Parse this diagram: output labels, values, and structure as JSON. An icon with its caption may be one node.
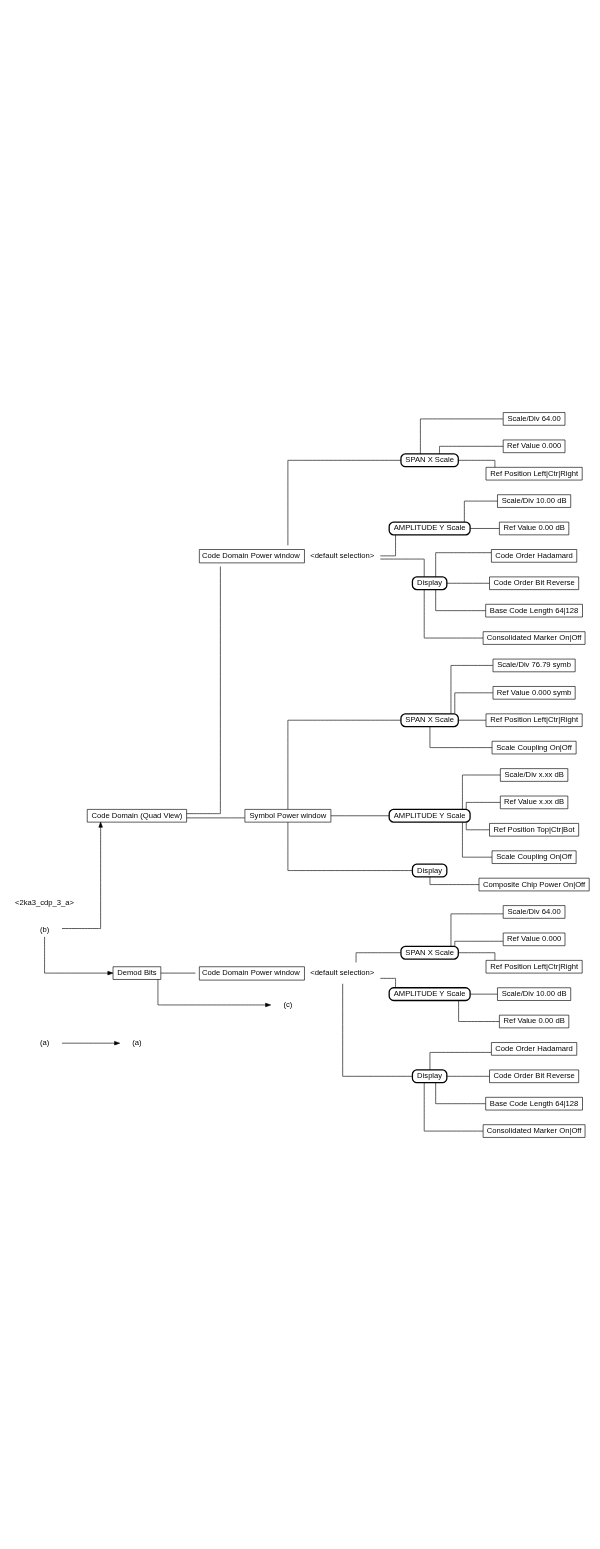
{
  "diagram": {
    "nodes": [
      {
        "text": [
          "(a)"
        ]
      },
      {
        "text": [
          "(b)"
        ]
      },
      {
        "text": [
          "Code Domain (Quad View)"
        ]
      },
      {
        "text": [
          "Code Domain Power window"
        ],
        "beside": [
          "<default selection>"
        ]
      },
      {
        "text": [
          "SPAN X Scale"
        ]
      },
      {
        "text": [
          "Scale/Div 64.00"
        ]
      },
      {
        "text": [
          "Ref Value 0.000"
        ]
      },
      {
        "text": [
          "Ref Position Left|Ctr|Right"
        ]
      },
      {
        "text": [
          "AMPLITUDE Y Scale"
        ]
      },
      {
        "text": [
          "Scale/Div 10.00 dB"
        ]
      },
      {
        "text": [
          "Ref Value 0.00 dB"
        ]
      },
      {
        "text": [
          "Display"
        ]
      },
      {
        "text": [
          "Code Order Hadamard"
        ]
      },
      {
        "text": [
          "Code Order Bit Reverse"
        ]
      },
      {
        "text": [
          "Base Code Length 64|128"
        ]
      },
      {
        "text": [
          "Consolidated Marker On|Off"
        ]
      },
      {
        "text": [
          "Symbol Power window"
        ]
      },
      {
        "text": [
          "SPAN X Scale"
        ]
      },
      {
        "text": [
          "Scale/Div 76.79 symb"
        ]
      },
      {
        "text": [
          "Ref Value 0.000 symb"
        ]
      },
      {
        "text": [
          "Ref Position Left|Ctr|Right"
        ]
      },
      {
        "text": [
          "Scale Coupling On|Off"
        ]
      },
      {
        "text": [
          "AMPLITUDE Y Scale"
        ]
      },
      {
        "text": [
          "Scale/Div x.xx dB"
        ]
      },
      {
        "text": [
          "Ref Value x.xx dB"
        ]
      },
      {
        "text": [
          "Ref Position Top|Ctr|Bot"
        ]
      },
      {
        "text": [
          "Scale Coupling On|Off"
        ]
      },
      {
        "text": [
          "Display"
        ]
      },
      {
        "text": [
          "Composite Chip Power On|Off"
        ]
      },
      {
        "text": [
          "Demod Bits"
        ]
      },
      {
        "text": [
          "Code Domain Power window"
        ],
        "beside": [
          "<default selection>"
        ]
      },
      {
        "text": [
          "SPAN X Scale"
        ]
      },
      {
        "text": [
          "Scale/Div 64.00"
        ]
      },
      {
        "text": [
          "Ref Value 0.000"
        ]
      },
      {
        "text": [
          "Ref Position Left|Ctr|Right"
        ]
      },
      {
        "text": [
          "AMPLITUDE Y Scale"
        ]
      },
      {
        "text": [
          "Scale/Div 10.00 dB"
        ]
      },
      {
        "text": [
          "Ref Value 0.00 dB"
        ]
      },
      {
        "text": [
          "Display"
        ]
      },
      {
        "text": [
          "Code Order Hadamard"
        ]
      },
      {
        "text": [
          "Code Order Bit Reverse"
        ]
      },
      {
        "text": [
          "Base Code Length 64|128"
        ]
      },
      {
        "text": [
          "Consolidated Marker On|Off"
        ]
      },
      {
        "text": [
          "(a)"
        ]
      },
      {
        "text": [
          "(c)"
        ]
      }
    ],
    "edges": [
      {
        "from": 0,
        "to": 43,
        "arrow": "to"
      },
      {
        "from": 1,
        "to": 2,
        "arrow": "to"
      },
      {
        "from": 2,
        "to": 3,
        "arrow": "none"
      },
      {
        "from": 3,
        "to": 4,
        "arrow": "none"
      },
      {
        "from": 4,
        "to": 5,
        "arrow": "none"
      },
      {
        "from": 4,
        "to": 6,
        "arrow": "none"
      },
      {
        "from": 4,
        "to": 7,
        "arrow": "none"
      },
      {
        "from": 3,
        "to": 8,
        "arrow": "none"
      },
      {
        "from": 8,
        "to": 9,
        "arrow": "none"
      },
      {
        "from": 8,
        "to": 10,
        "arrow": "none"
      },
      {
        "from": 3,
        "to": 11,
        "arrow": "none"
      },
      {
        "from": 11,
        "to": 12,
        "arrow": "none"
      },
      {
        "from": 11,
        "to": 13,
        "arrow": "none"
      },
      {
        "from": 11,
        "to": 14,
        "arrow": "none"
      },
      {
        "from": 11,
        "to": 15,
        "arrow": "none"
      },
      {
        "from": 2,
        "to": 16,
        "arrow": "none"
      },
      {
        "from": 16,
        "to": 17,
        "arrow": "none"
      },
      {
        "from": 17,
        "to": 18,
        "arrow": "none"
      },
      {
        "from": 17,
        "to": 19,
        "arrow": "none"
      },
      {
        "from": 17,
        "to": 20,
        "arrow": "none"
      },
      {
        "from": 17,
        "to": 21,
        "arrow": "none"
      },
      {
        "from": 16,
        "to": 22,
        "arrow": "none"
      },
      {
        "from": 22,
        "to": 23,
        "arrow": "none"
      },
      {
        "from": 22,
        "to": 24,
        "arrow": "none"
      },
      {
        "from": 22,
        "to": 25,
        "arrow": "none"
      },
      {
        "from": 22,
        "to": 26,
        "arrow": "none"
      },
      {
        "from": 16,
        "to": 27,
        "arrow": "none"
      },
      {
        "from": 27,
        "to": 28,
        "arrow": "none"
      },
      {
        "from": 1,
        "to": 29,
        "arrow": "to"
      },
      {
        "from": 29,
        "to": 30,
        "arrow": "none"
      },
      {
        "from": 30,
        "to": 31,
        "arrow": "none"
      },
      {
        "from": 31,
        "to": 32,
        "arrow": "none"
      },
      {
        "from": 31,
        "to": 33,
        "arrow": "none"
      },
      {
        "from": 31,
        "to": 34,
        "arrow": "none"
      },
      {
        "from": 30,
        "to": 35,
        "arrow": "none"
      },
      {
        "from": 35,
        "to": 36,
        "arrow": "none"
      },
      {
        "from": 35,
        "to": 37,
        "arrow": "none"
      },
      {
        "from": 30,
        "to": 38,
        "arrow": "none"
      },
      {
        "from": 38,
        "to": 39,
        "arrow": "none"
      },
      {
        "from": 38,
        "to": 40,
        "arrow": "none"
      },
      {
        "from": 38,
        "to": 41,
        "arrow": "none"
      },
      {
        "from": 38,
        "to": 42,
        "arrow": "none"
      },
      {
        "from": 29,
        "to": 44,
        "arrow": "to"
      }
    ],
    "labels": [
      "<2ka3_cdp_3_a>"
    ]
  }
}
